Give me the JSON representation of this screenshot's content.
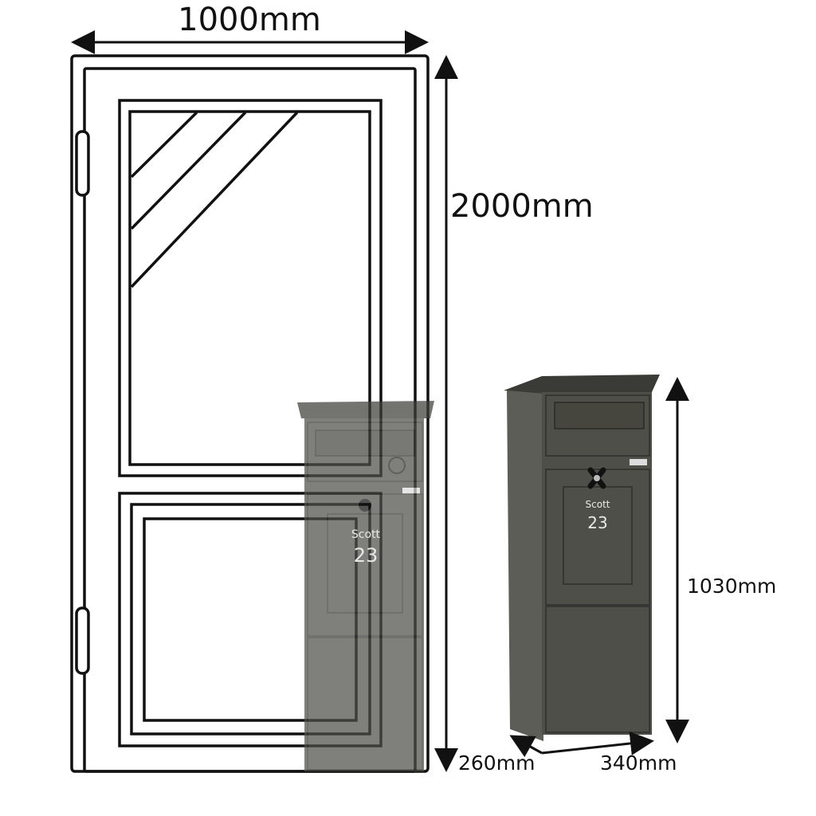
{
  "dimensions": {
    "door_width": "1000mm",
    "door_height": "2000mm",
    "mailbox_height": "1030mm",
    "mailbox_depth": "260mm",
    "mailbox_width": "340mm"
  },
  "mailbox": {
    "name_plate": "Scott",
    "house_number": "23",
    "body_color": "#4f4f4a",
    "side_color": "#5a5a55"
  },
  "colors": {
    "line": "#111111",
    "background": "#ffffff"
  }
}
